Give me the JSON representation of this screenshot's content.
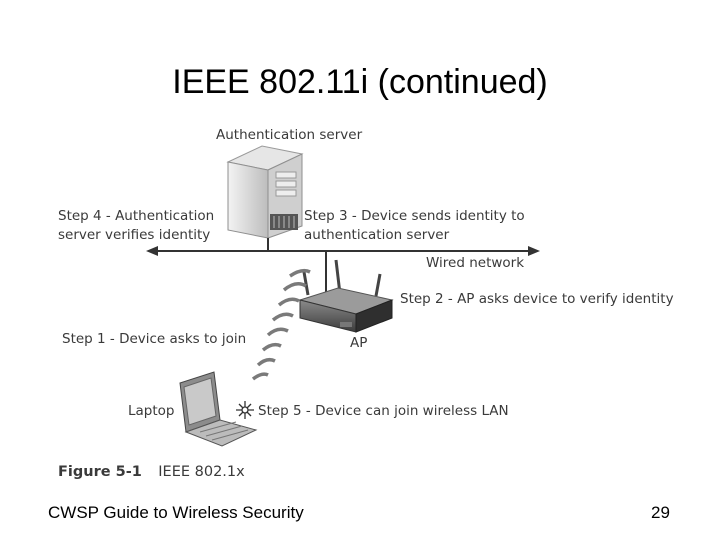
{
  "slide": {
    "title": "IEEE 802.11i (continued)",
    "footer_left": "CWSP Guide to Wireless Security",
    "page_number": "29"
  },
  "diagram": {
    "labels": {
      "auth_server": "Authentication server",
      "step4_line1": "Step 4 - Authentication",
      "step4_line2": "server verifies identity",
      "step3_line1": "Step 3 - Device sends identity to",
      "step3_line2": "authentication server",
      "wired_network": "Wired network",
      "step2": "Step 2 - AP asks device to verify identity",
      "step1": "Step 1 - Device asks to join",
      "ap": "AP",
      "laptop": "Laptop",
      "step5": "Step 5 - Device can join wireless LAN"
    },
    "icons": [
      "server-icon",
      "access-point-icon",
      "laptop-icon",
      "wireless-signal-icon",
      "sparkle-icon"
    ],
    "figure_number": "Figure 5-1",
    "figure_caption": "IEEE 802.1x"
  }
}
